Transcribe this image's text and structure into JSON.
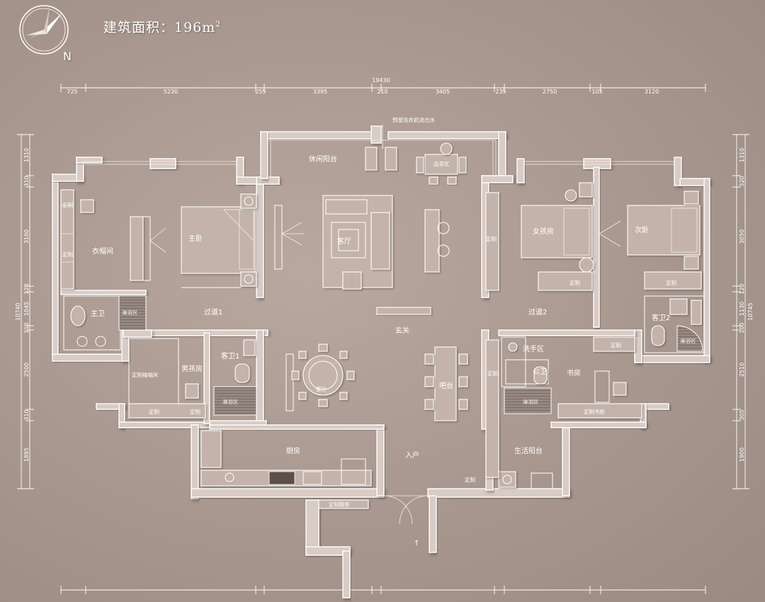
{
  "header": {
    "area_label": "建筑面积：196m",
    "area_sup": "2",
    "north_label": "N"
  },
  "dimensions": {
    "total_top": "19430",
    "top": [
      "725",
      "5230",
      "255",
      "3395",
      "210",
      "3405",
      "235",
      "2750",
      "105",
      "3120"
    ],
    "left": [
      "1310",
      "310",
      "3160",
      "120",
      "1045",
      "110",
      "2500",
      "310",
      "1895"
    ],
    "left_total": "10740",
    "right": [
      "1310",
      "320",
      "3050",
      "120",
      "1130",
      "100",
      "2510",
      "305",
      "1900"
    ],
    "right_total": "10745"
  },
  "rooms": {
    "leisure_balcony": "休闲阳台",
    "living_room": "客厅",
    "master_bedroom": "主卧",
    "cloakroom": "衣帽间",
    "master_bath": "主卫",
    "shower_area_1": "淋浴区",
    "corridor_1": "过道1",
    "boys_room": "男孩房",
    "custom_tatami": "定制榻榻米",
    "guest_bath_1": "客卫1",
    "shower_area_2": "淋浴区",
    "foyer": "玄关",
    "dining_room": "餐厅",
    "bar": "吧台",
    "kitchen": "厨房",
    "entrance": "入户",
    "girls_room": "女孩房",
    "second_bedroom": "次卧",
    "corridor_2": "过道2",
    "guest_bath_2": "客卫2",
    "shower_area_3": "淋浴区",
    "wash_area": "洗手区",
    "public_bath": "公卫",
    "shower_area_4": "淋浴区",
    "study": "书房",
    "utility_balcony": "生活阳台",
    "custom_shoe_cabinet": "定制鞋柜",
    "custom_bookcase": "定制书柜",
    "custom": "定制",
    "tea_area": "品茶区",
    "washer_dryer_note": "预留洗衣机进出水"
  }
}
